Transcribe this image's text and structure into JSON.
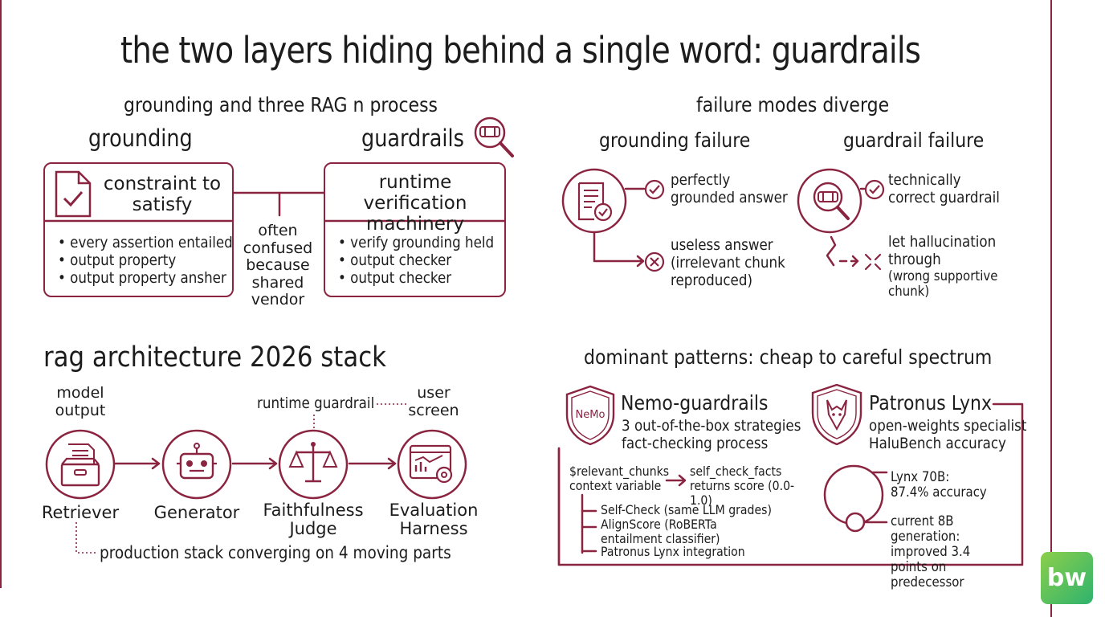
{
  "title": "the two layers hiding behind a single word: guardrails",
  "left_top": {
    "heading": "grounding and three RAG n process",
    "grounding": {
      "label": "grounding",
      "box_title": "constraint to satisfy",
      "bullets": [
        "every assertion entailed",
        "output property",
        "output property ansher"
      ]
    },
    "connector_text": "often confused because shared vendor",
    "guardrails": {
      "label": "guardrails",
      "box_title": "runtime verification machinery",
      "bullets": [
        "verify grounding held",
        "output checker",
        "output checker"
      ]
    }
  },
  "right_top": {
    "heading": "failure modes diverge",
    "grounding_failure": {
      "label": "grounding failure",
      "ok_text": "perfectly grounded answer",
      "bad_text": "useless answer (irrelevant chunk reproduced)"
    },
    "guardrail_failure": {
      "label": "guardrail failure",
      "ok_text": "technically correct guardrail",
      "bad_text_1": "let hallucination through",
      "bad_text_2": "(wrong supportive chunk)"
    }
  },
  "left_bottom": {
    "heading": "rag architecture 2026 stack",
    "model_output": "model output",
    "runtime_guardrail": "runtime guardrail",
    "user_screen": "user screen",
    "nodes": [
      {
        "label": "Retriever",
        "icon": "archive-box-icon"
      },
      {
        "label": "Generator",
        "icon": "robot-icon"
      },
      {
        "label": "Faithfulness Judge",
        "icon": "scales-icon"
      },
      {
        "label": "Evaluation Harness",
        "icon": "dashboard-gear-icon"
      }
    ],
    "footer": "production stack converging on 4 moving parts"
  },
  "right_bottom": {
    "heading": "dominant patterns: cheap to careful spectrum",
    "nemo": {
      "badge": "NeMo",
      "name": "Nemo-guardrails",
      "line1": "3 out-of-the-box strategies",
      "line2": "fact-checking process",
      "var_text": "$relevant_chunks context variable",
      "check_text": "self_check_facts returns score (0.0-1.0)",
      "items": [
        "Self-Check (same LLM grades)",
        "AlignScore (RoBERTa entailment classifier)",
        "Patronus Lynx integration"
      ]
    },
    "lynx": {
      "name": "Patronus Lynx",
      "line1": "open-weights specialist",
      "line2": "HaluBench accuracy",
      "stat1": "Lynx 70B: 87.4% accuracy",
      "stat2": "current 8B generation: improved 3.4 points on predecessor"
    }
  },
  "brand": {
    "logo_text": "bw"
  },
  "colors": {
    "accent": "#8a2440",
    "text": "#1c1c1c",
    "logo_green": "#2eb36e"
  }
}
